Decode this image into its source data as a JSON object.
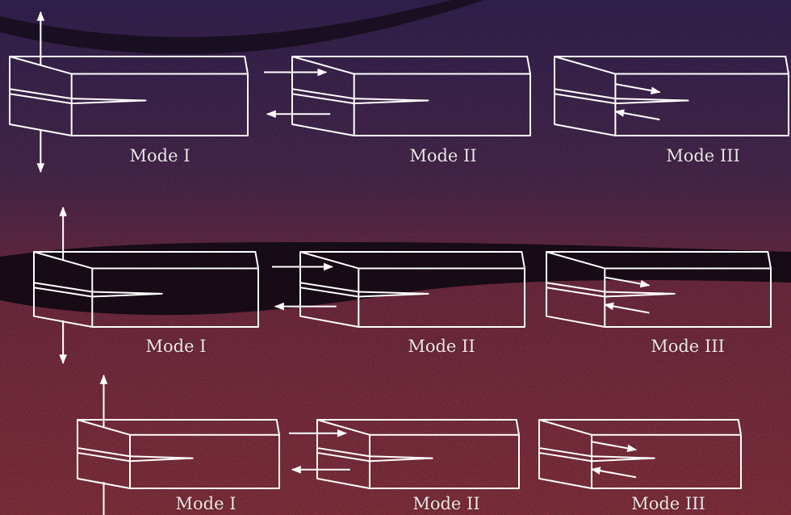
{
  "colors": {
    "line": "#ffffff",
    "background_top": "#4a3170",
    "background_bottom": "#a03a4e",
    "shadow_band": "#1a0f22"
  },
  "rows": [
    {
      "labels": [
        "Mode I",
        "Mode II",
        "Mode III"
      ]
    },
    {
      "labels": [
        "Mode I",
        "Mode II",
        "Mode III"
      ]
    },
    {
      "labels": [
        "Mode I",
        "Mode II",
        "Mode III"
      ]
    }
  ]
}
